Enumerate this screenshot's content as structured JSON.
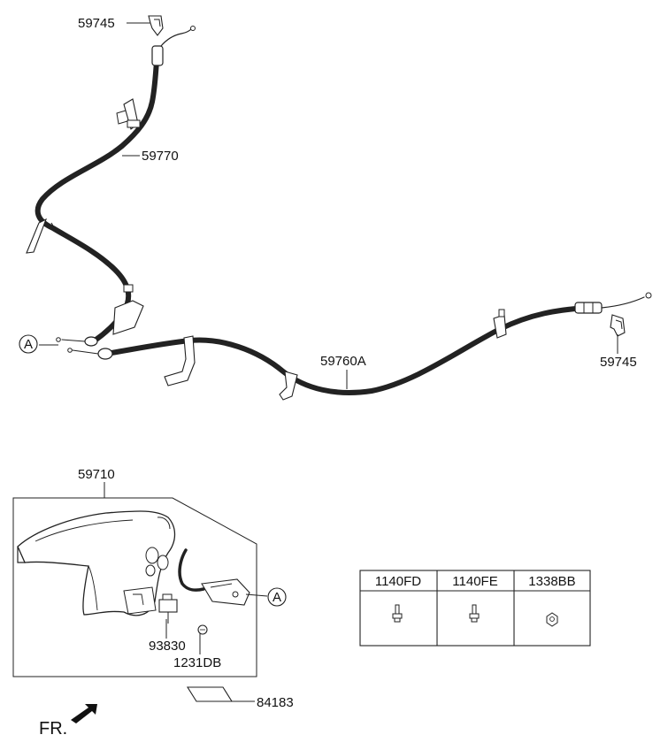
{
  "callouts": {
    "clip_top": "59745",
    "cable_front": "59770",
    "cable_rear": "59760A",
    "clip_right": "59745",
    "lever_assy": "59710",
    "switch": "93830",
    "bolt": "1231DB",
    "pad": "84183"
  },
  "markers": {
    "a_left": "A",
    "a_lever": "A"
  },
  "direction": {
    "label": "FR."
  },
  "fastener_table": {
    "columns": [
      "1140FD",
      "1140FE",
      "1338BB"
    ]
  }
}
